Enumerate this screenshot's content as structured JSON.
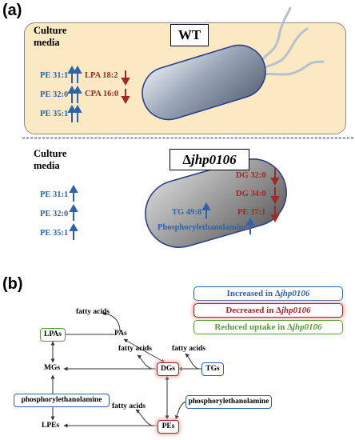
{
  "panel_a": {
    "label": "(a)",
    "culture_media": "Culture media",
    "wt": {
      "strain": "WT",
      "increased": [
        "PE 31:1",
        "PE 32:0",
        "PE 35:1"
      ],
      "decreased": [
        "LPA 18:2",
        "CPA 16:0"
      ]
    },
    "mutant": {
      "strain_prefix": "Δ",
      "strain_gene": "jhp0106",
      "media_increased": [
        "PE 31:1",
        "PE 32:0",
        "PE 35:1"
      ],
      "cell_increased": [
        "TG 49:8",
        "Phosphorylethanolamine"
      ],
      "cell_decreased": [
        "DG 32:0",
        "DG 34:0",
        "PE 37:1"
      ]
    }
  },
  "panel_b": {
    "label": "(b)",
    "nodes": {
      "fatty_acids_top": "fatty acids",
      "lpas": "LPAs",
      "pas": "PAs",
      "fatty_acids_left": "fatty acids",
      "fatty_acids_right": "fatty acids",
      "mgs": "MGs",
      "dgs": "DGs",
      "tgs": "TGs",
      "phospho_left": "phosphorylethanolamine",
      "phospho_right": "phosphorylethanolamine",
      "fatty_acids_bottom": "fatty acids",
      "lpes": "LPEs",
      "pes": "PEs"
    },
    "legend": {
      "increased_prefix": "Increased in Δ",
      "decreased_prefix": "Decreased in Δ",
      "reduced_prefix": "Reduced uptake in Δ",
      "gene": "jhp0106"
    },
    "colors": {
      "increased": "#2f62ad",
      "decreased": "#a02828",
      "reduced": "#5a9a3a"
    }
  }
}
